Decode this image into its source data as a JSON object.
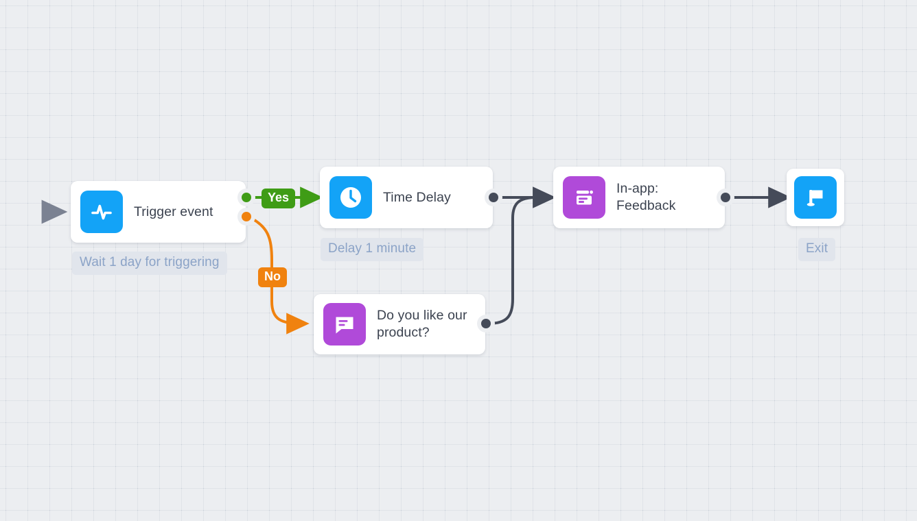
{
  "canvas": {
    "background_color": "#eceef1",
    "grid": true
  },
  "colors": {
    "blue": "#13a3f7",
    "purple": "#b04ad9",
    "green": "#3f9c16",
    "orange": "#f0820f",
    "edge_dark": "#454b59",
    "chip_bg": "#e1e5ec",
    "chip_text": "#8ba3c7",
    "node_text": "#3c4350"
  },
  "nodes": {
    "trigger": {
      "label": "Trigger event",
      "icon": "activity-pulse-icon",
      "icon_color": "#13a3f7",
      "chip": "Wait 1 day for triggering"
    },
    "time_delay": {
      "label": "Time Delay",
      "icon": "clock-icon",
      "icon_color": "#13a3f7",
      "chip": "Delay 1 minute"
    },
    "question": {
      "label": "Do you like our\nproduct?",
      "icon": "chat-bubble-icon",
      "icon_color": "#b04ad9"
    },
    "in_app": {
      "label": "In-app:\nFeedback",
      "icon": "in-app-message-icon",
      "icon_color": "#b04ad9"
    },
    "exit": {
      "label": "",
      "icon": "flag-icon",
      "icon_color": "#13a3f7",
      "chip": "Exit"
    }
  },
  "branches": {
    "yes": {
      "label": "Yes",
      "color": "#3f9c16"
    },
    "no": {
      "label": "No",
      "color": "#f0820f"
    }
  }
}
